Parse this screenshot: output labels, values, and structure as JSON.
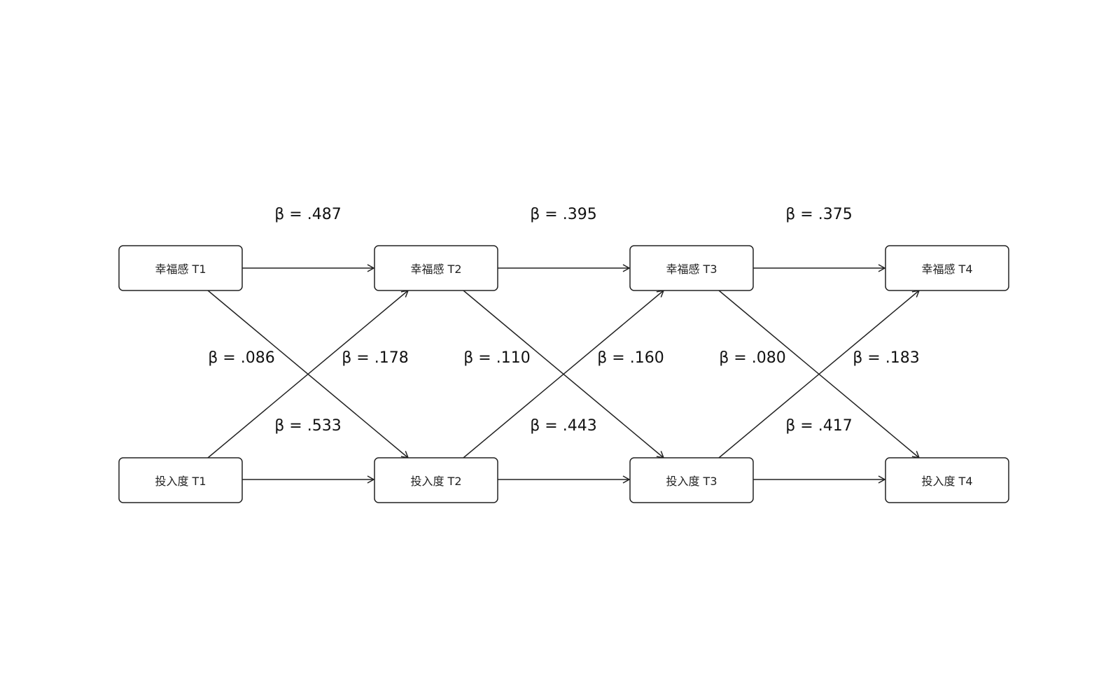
{
  "colors": {
    "stroke": "#222222",
    "text": "#111111",
    "background": "#ffffff"
  },
  "nodes": {
    "wellbeing_t1": "幸福感 T1",
    "wellbeing_t2": "幸福感 T2",
    "wellbeing_t3": "幸福感 T3",
    "wellbeing_t4": "幸福感 T4",
    "engagement_t1": "投入度 T1",
    "engagement_t2": "投入度 T2",
    "engagement_t3": "投入度 T3",
    "engagement_t4": "投入度 T4"
  },
  "paths": {
    "wellbeing_t1_t2": "β = .487",
    "wellbeing_t2_t3": "β = .395",
    "wellbeing_t3_t4": "β = .375",
    "engagement_t1_t2": "β = .533",
    "engagement_t2_t3": "β = .443",
    "engagement_t3_t4": "β = .417",
    "wellbeing_t1_to_engagement_t2": "β = .086",
    "engagement_t1_to_wellbeing_t2": "β = .178",
    "wellbeing_t2_to_engagement_t3": "β = .110",
    "engagement_t2_to_wellbeing_t3": "β = .160",
    "wellbeing_t3_to_engagement_t4": "β = .080",
    "engagement_t3_to_wellbeing_t4": "β = .183"
  }
}
